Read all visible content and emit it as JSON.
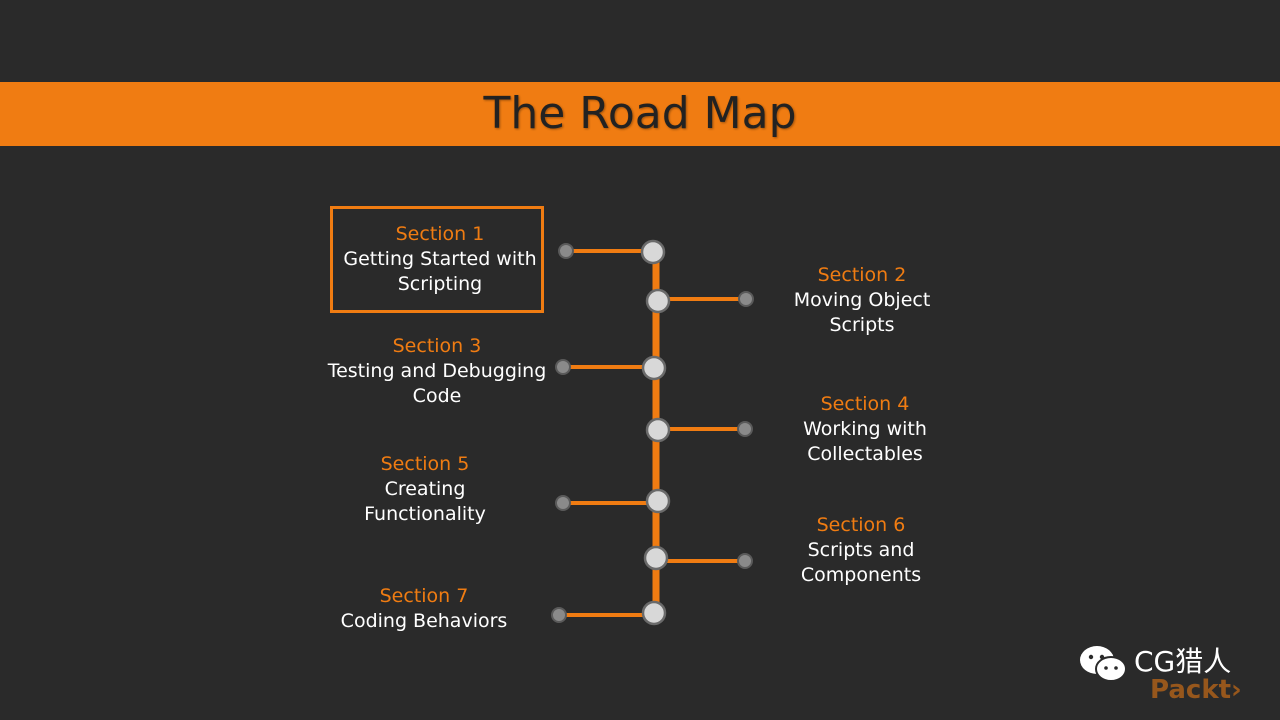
{
  "title": "The Road Map",
  "colors": {
    "accent": "#f07c12",
    "background": "#2a2a2a",
    "node": "#d8d8d8",
    "end_node": "#8a8a8a"
  },
  "highlighted_section": "Section 1",
  "sections": [
    {
      "head": "Section 1",
      "name": "Getting Started with Scripting"
    },
    {
      "head": "Section 2",
      "name": "Moving Object Scripts"
    },
    {
      "head": "Section 3",
      "name": "Testing and Debugging Code"
    },
    {
      "head": "Section 4",
      "name": "Working with Collectables"
    },
    {
      "head": "Section 5",
      "name": "Creating Functionality"
    },
    {
      "head": "Section 6",
      "name": "Scripts and Components"
    },
    {
      "head": "Section 7",
      "name": "Coding Behaviors"
    }
  ],
  "watermark": {
    "channel": "CG猎人",
    "logo": "Packt›",
    "icon": "wechat-icon"
  }
}
